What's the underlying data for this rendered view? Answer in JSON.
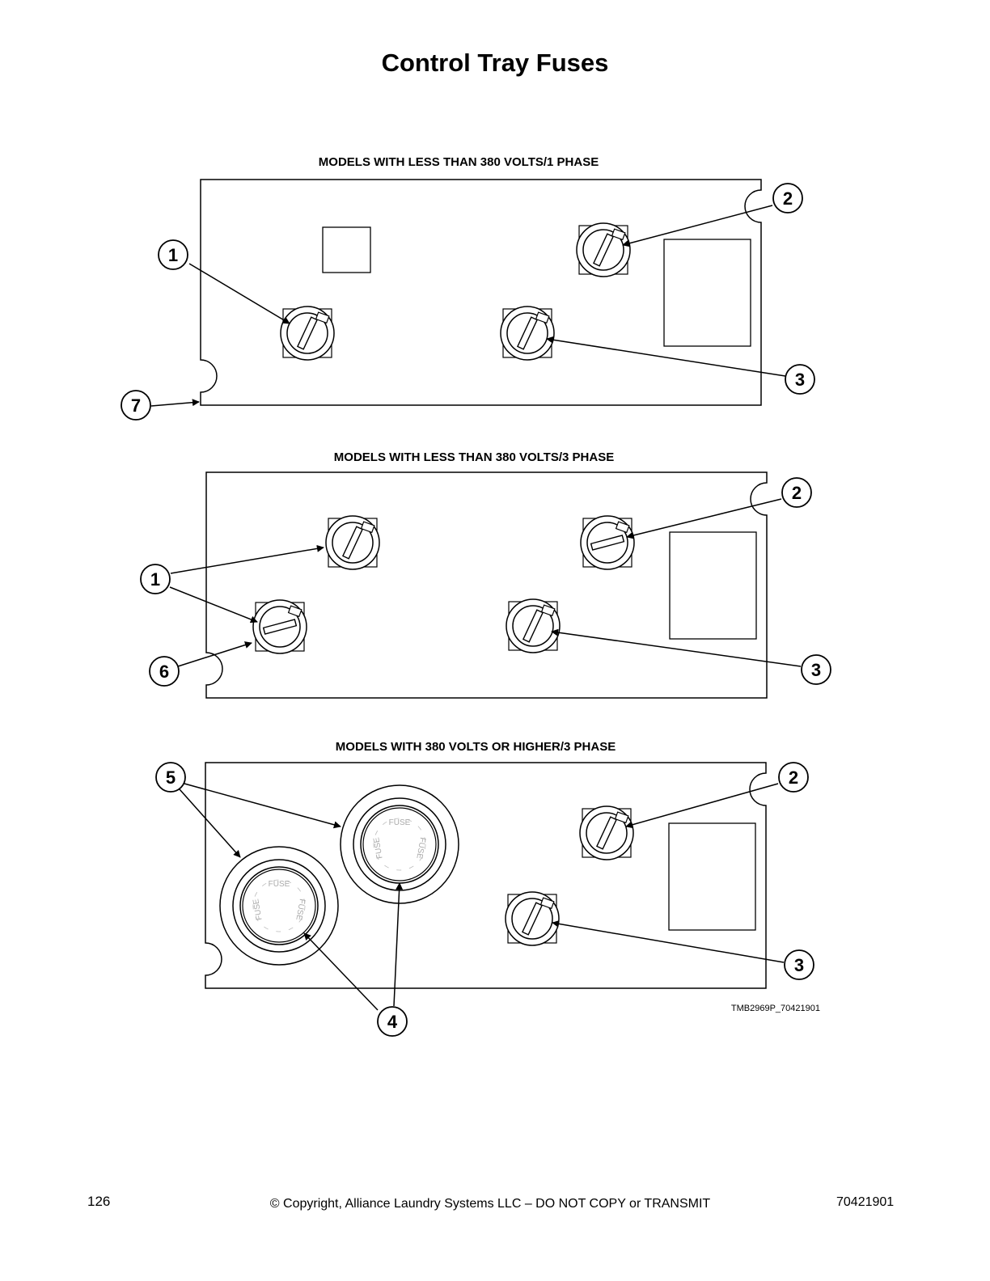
{
  "page": {
    "title": "Control Tray Fuses",
    "page_number": "126",
    "copyright": "© Copyright, Alliance Laundry Systems LLC – DO NOT COPY or TRANSMIT",
    "document_number": "70421901"
  },
  "figure": {
    "id": "TMB2969P_70421901",
    "panels": [
      {
        "title": "MODELS WITH LESS THAN 380 VOLTS/1 PHASE"
      },
      {
        "title": "MODELS WITH LESS THAN 380 VOLTS/3 PHASE"
      },
      {
        "title": "MODELS WITH 380 VOLTS OR HIGHER/3 PHASE"
      }
    ],
    "fuse_label": "FUSE",
    "callouts": {
      "c1": "1",
      "c2": "2",
      "c3": "3",
      "c4": "4",
      "c5": "5",
      "c6": "6",
      "c7": "7"
    }
  }
}
